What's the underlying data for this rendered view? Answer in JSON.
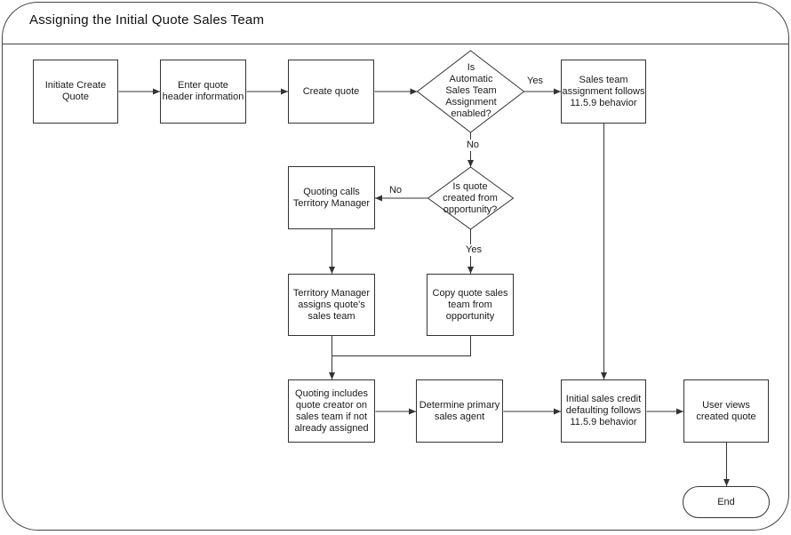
{
  "diagram": {
    "title": "Assigning the Initial Quote Sales Team",
    "type": "flowchart",
    "colors": {
      "line": "#333333",
      "text": "#1a1a1a",
      "background": "#ffffff"
    },
    "nodes": {
      "initiate_create_quote": {
        "type": "process",
        "label": "Initiate Create\nQuote"
      },
      "enter_quote_header": {
        "type": "process",
        "label": "Enter quote\nheader information"
      },
      "create_quote": {
        "type": "process",
        "label": "Create quote"
      },
      "is_auto_sales_team_enabled": {
        "type": "decision",
        "label": "Is\nAutomatic\nSales Team\nAssignment\nenabled?"
      },
      "sales_team_follows_1159": {
        "type": "process",
        "label": "Sales team\nassignment follows\n11.5.9 behavior"
      },
      "quoting_calls_territory_manager": {
        "type": "process",
        "label": "Quoting calls\nTerritory Manager"
      },
      "is_quote_from_opportunity": {
        "type": "decision",
        "label": "Is quote\ncreated from\nopportunity?"
      },
      "territory_manager_assigns": {
        "type": "process",
        "label": "Territory Manager\nassigns quote's\nsales team"
      },
      "copy_quote_sales_team": {
        "type": "process",
        "label": "Copy quote sales\nteam from\nopportunity"
      },
      "quoting_includes_creator": {
        "type": "process",
        "label": "Quoting includes\nquote creator on\nsales team if not\nalready assigned"
      },
      "determine_primary_agent": {
        "type": "process",
        "label": "Determine primary\nsales agent"
      },
      "initial_sales_credit": {
        "type": "process",
        "label": "Initial sales credit\ndefaulting follows\n11.5.9 behavior"
      },
      "user_views_created_quote": {
        "type": "process",
        "label": "User views\ncreated quote"
      },
      "end": {
        "type": "terminator",
        "label": "End"
      }
    },
    "edge_labels": {
      "auto_assignment_yes": "Yes",
      "auto_assignment_no": "No",
      "from_opportunity_no": "No",
      "from_opportunity_yes": "Yes"
    }
  }
}
